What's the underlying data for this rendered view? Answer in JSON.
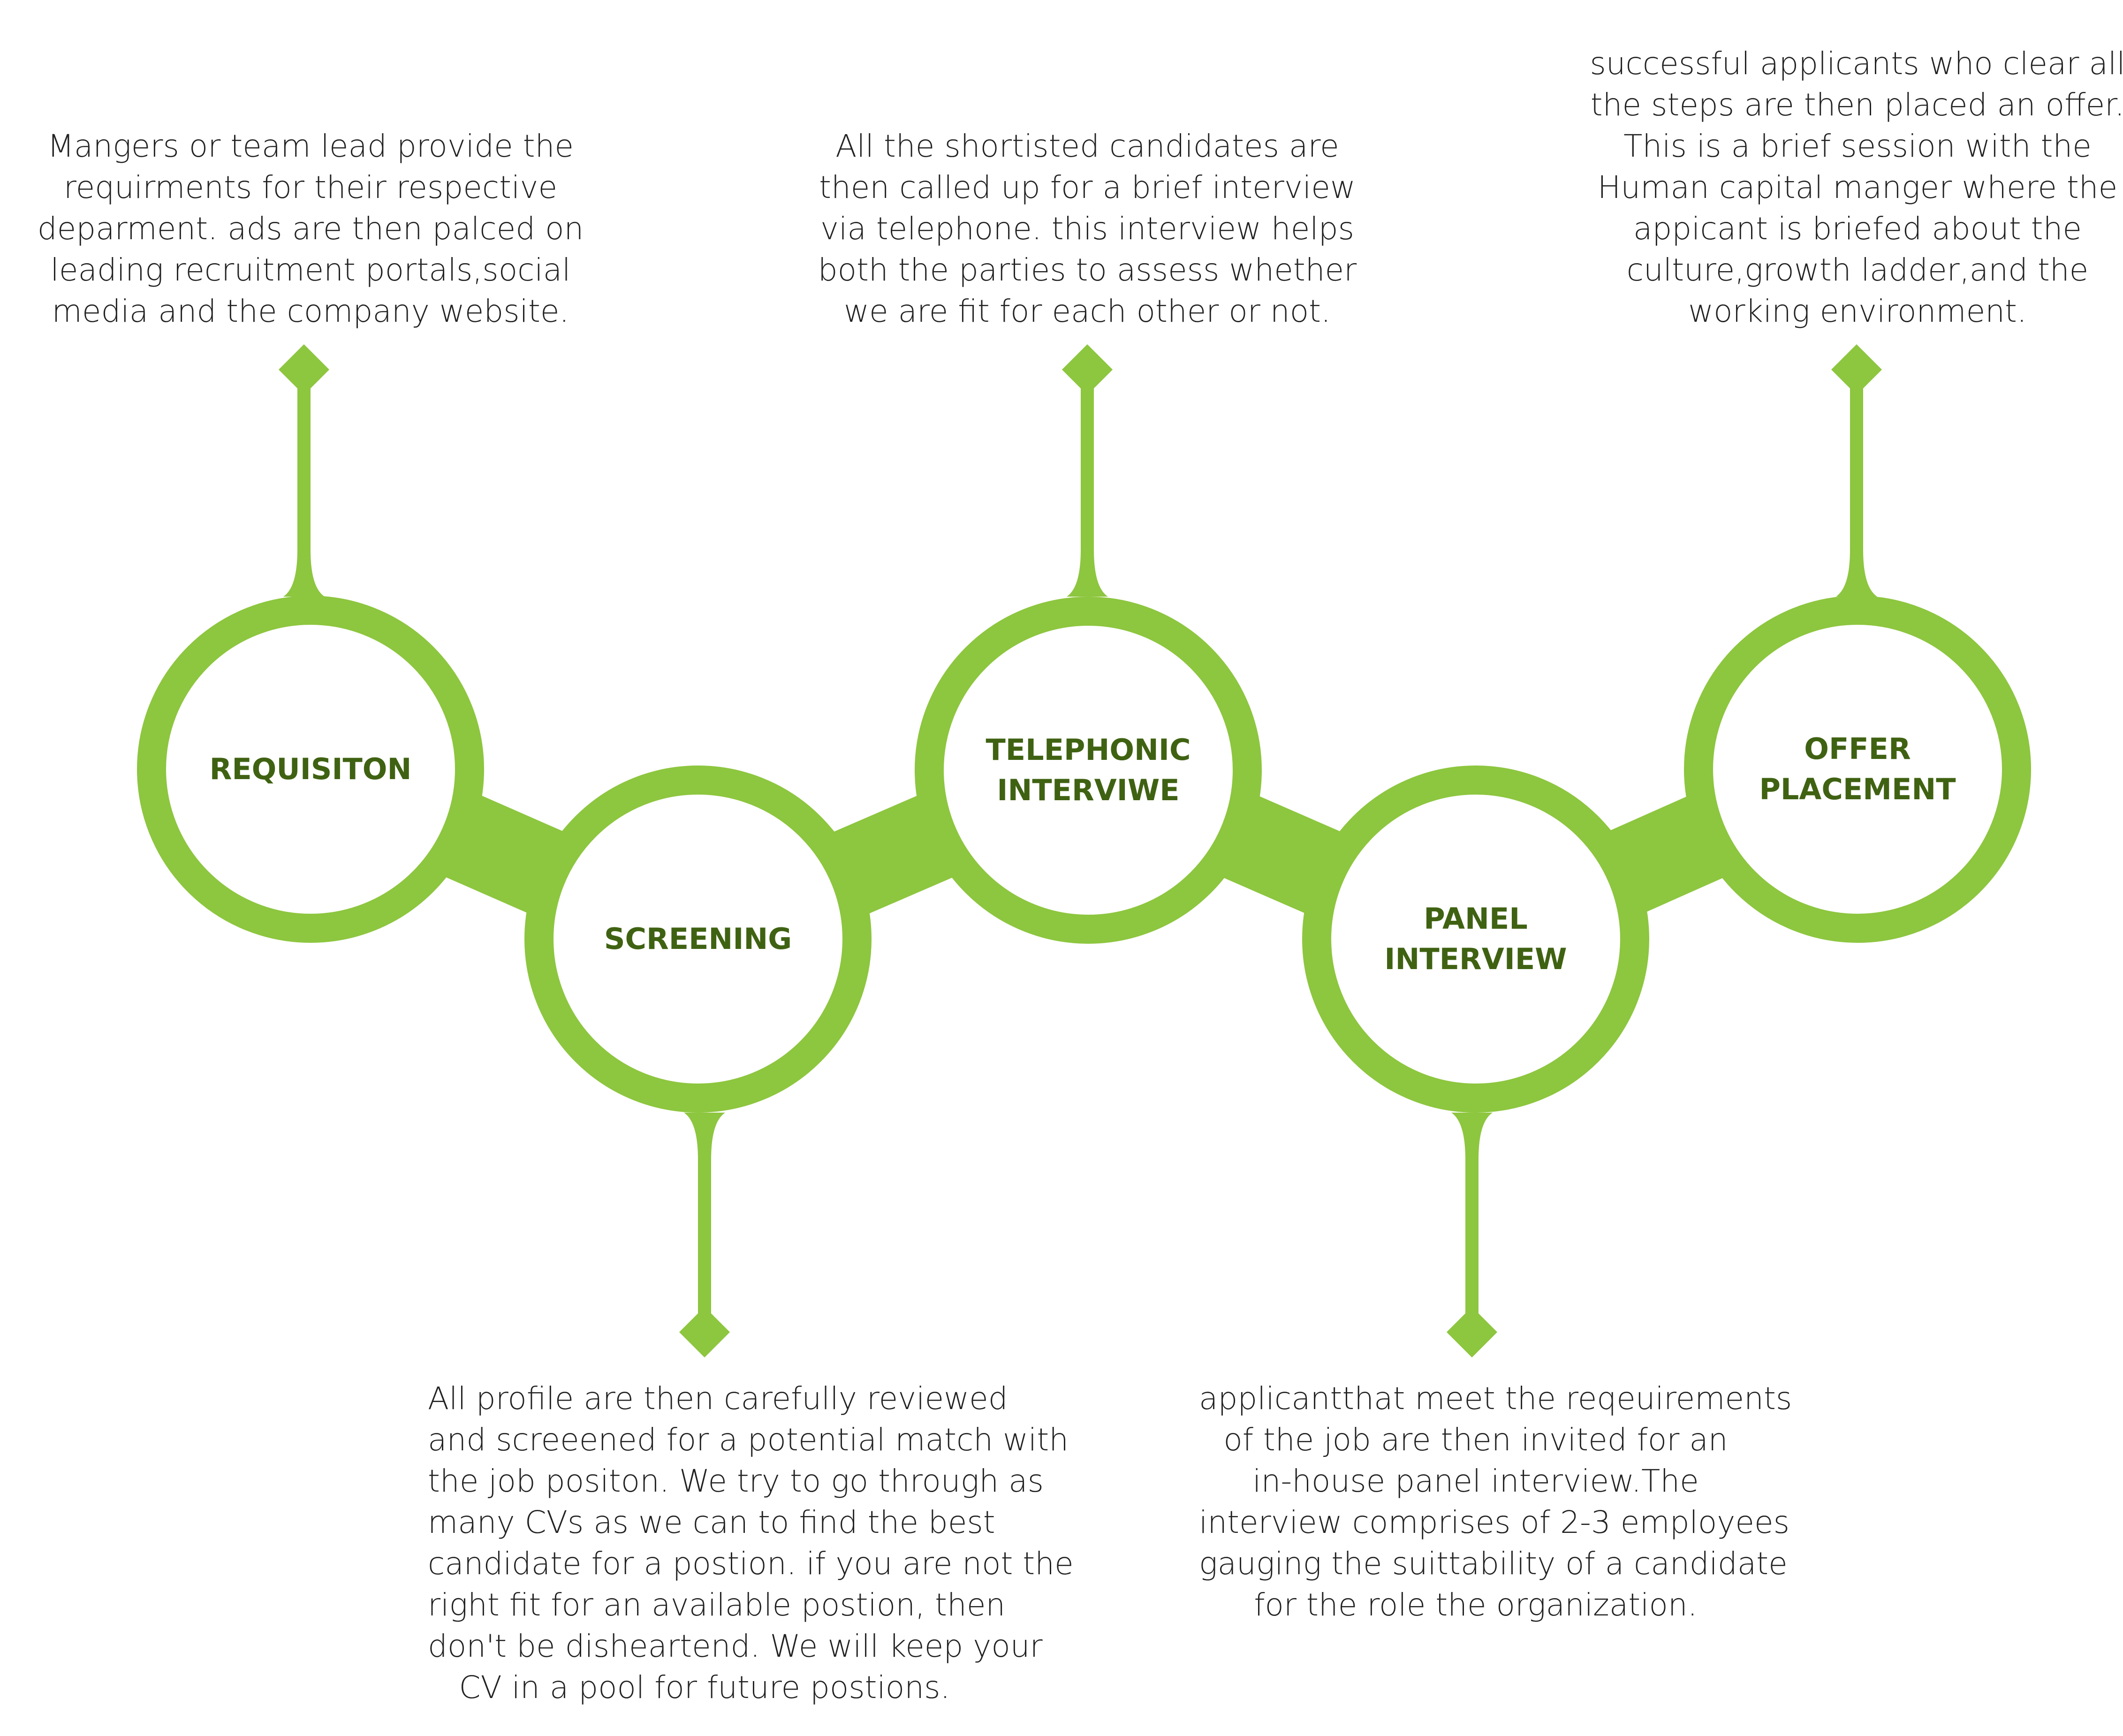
{
  "colors": {
    "ring": "#8dc63f",
    "label": "#3f6212",
    "text": "#222222",
    "background": "#ffffff"
  },
  "stages": [
    {
      "id": "requisition",
      "label_lines": [
        "REQUISITON"
      ],
      "description_lines": [
        "Mangers or team lead provide the",
        "requirments for their respective",
        "deparment. ads are then palced on",
        "leading recruitment portals,social",
        "media and the company website."
      ]
    },
    {
      "id": "screening",
      "label_lines": [
        "SCREENING"
      ],
      "description_lines": [
        "All profile are then carefully reviewed",
        "and screeened for a potential match with",
        "the job positon. We try to go through as",
        "many CVs as we can to find the best",
        "candidate for a postion. if you are not the",
        "right fit for an available postion, then",
        "don't be disheartend. We will keep your",
        "CV in a pool for future postions."
      ]
    },
    {
      "id": "telephonic-interview",
      "label_lines": [
        "TELEPHONIC",
        "INTERVIWE"
      ],
      "description_lines": [
        "All the shortisted candidates are",
        "then called up for a brief interview",
        "via telephone. this interview helps",
        "both the parties to assess whether",
        "we are fit for each other or not."
      ]
    },
    {
      "id": "panel-interview",
      "label_lines": [
        "PANEL",
        "INTERVIEW"
      ],
      "description_lines": [
        "applicantthat meet the reqeuirements",
        "of the job are then invited for an",
        "in-house panel interview.The",
        "interview comprises of 2-3 employees",
        "gauging the suittability of a candidate",
        "for the role the organization."
      ]
    },
    {
      "id": "offer-placement",
      "label_lines": [
        "OFFER",
        "PLACEMENT"
      ],
      "description_lines": [
        "successful applicants who clear all",
        "the steps are then placed an offer.",
        "This is a brief session with the",
        "Human capital manger where the",
        "appicant is briefed about the",
        "culture,growth ladder,and the",
        "working environment."
      ]
    }
  ]
}
